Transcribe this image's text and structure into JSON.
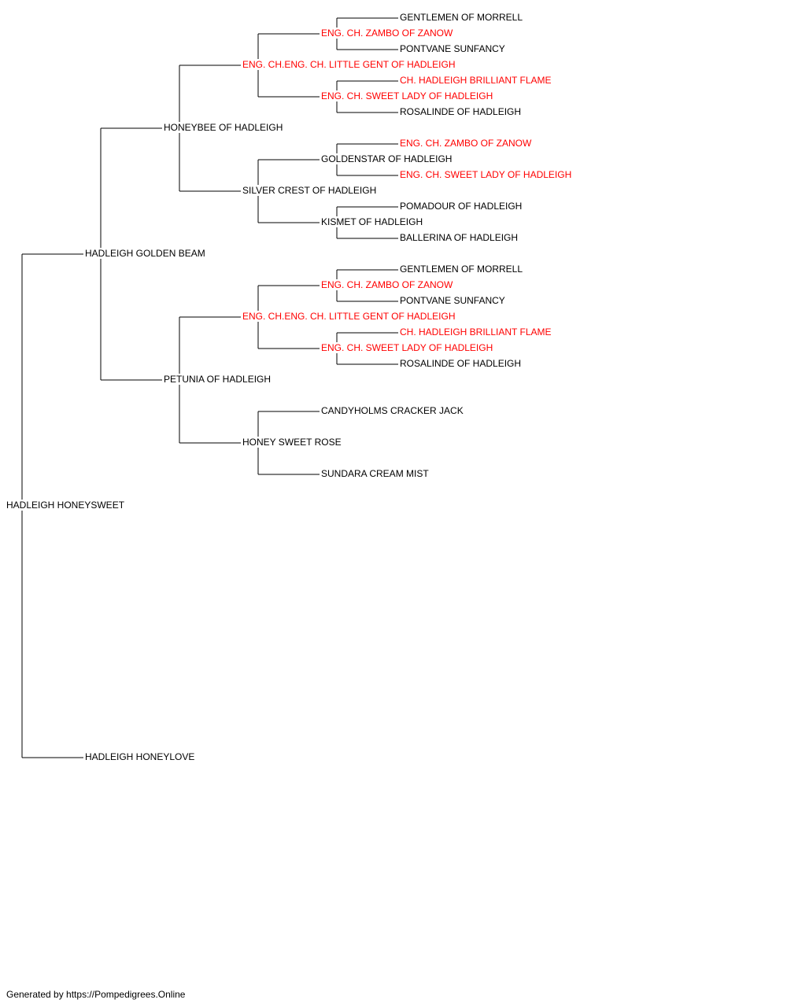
{
  "colors": {
    "normal": "#000000",
    "champion": "#ff0000",
    "connector": "#000000"
  },
  "pedigree": {
    "name": "HADLEIGH HONEYSWEET",
    "champion": false,
    "sire": {
      "name": "HADLEIGH GOLDEN BEAM",
      "champion": false,
      "sire": {
        "name": "HONEYBEE OF HADLEIGH",
        "champion": false,
        "sire": {
          "name": "ENG. CH.ENG. CH. LITTLE GENT OF HADLEIGH",
          "champion": true,
          "sire": {
            "name": "ENG. CH. ZAMBO OF ZANOW",
            "champion": true,
            "sire": {
              "name": "GENTLEMEN OF MORRELL",
              "champion": false
            },
            "dam": {
              "name": "PONTVANE SUNFANCY",
              "champion": false
            }
          },
          "dam": {
            "name": "ENG. CH. SWEET LADY OF HADLEIGH",
            "champion": true,
            "sire": {
              "name": "CH. HADLEIGH BRILLIANT FLAME",
              "champion": true
            },
            "dam": {
              "name": "ROSALINDE OF HADLEIGH",
              "champion": false
            }
          }
        },
        "dam": {
          "name": "SILVER CREST OF HADLEIGH",
          "champion": false,
          "sire": {
            "name": "GOLDENSTAR OF HADLEIGH",
            "champion": false,
            "sire": {
              "name": "ENG. CH. ZAMBO OF ZANOW",
              "champion": true
            },
            "dam": {
              "name": "ENG. CH. SWEET LADY OF HADLEIGH",
              "champion": true
            }
          },
          "dam": {
            "name": "KISMET OF HADLEIGH",
            "champion": false,
            "sire": {
              "name": "POMADOUR OF HADLEIGH",
              "champion": false
            },
            "dam": {
              "name": "BALLERINA OF HADLEIGH",
              "champion": false
            }
          }
        }
      },
      "dam": {
        "name": "PETUNIA OF HADLEIGH",
        "champion": false,
        "sire": {
          "name": "ENG. CH.ENG. CH. LITTLE GENT OF HADLEIGH",
          "champion": true,
          "sire": {
            "name": "ENG. CH. ZAMBO OF ZANOW",
            "champion": true,
            "sire": {
              "name": "GENTLEMEN OF MORRELL",
              "champion": false
            },
            "dam": {
              "name": "PONTVANE SUNFANCY",
              "champion": false
            }
          },
          "dam": {
            "name": "ENG. CH. SWEET LADY OF HADLEIGH",
            "champion": true,
            "sire": {
              "name": "CH. HADLEIGH BRILLIANT FLAME",
              "champion": true
            },
            "dam": {
              "name": "ROSALINDE OF HADLEIGH",
              "champion": false
            }
          }
        },
        "dam": {
          "name": "HONEY SWEET ROSE",
          "champion": false,
          "sire": {
            "name": "CANDYHOLMS CRACKER JACK",
            "champion": false
          },
          "dam": {
            "name": "SUNDARA CREAM MIST",
            "champion": false
          }
        }
      }
    },
    "dam": {
      "name": "HADLEIGH HONEYLOVE",
      "champion": false
    }
  },
  "footer": {
    "text": "Generated by https://Pompedigrees.Online"
  }
}
